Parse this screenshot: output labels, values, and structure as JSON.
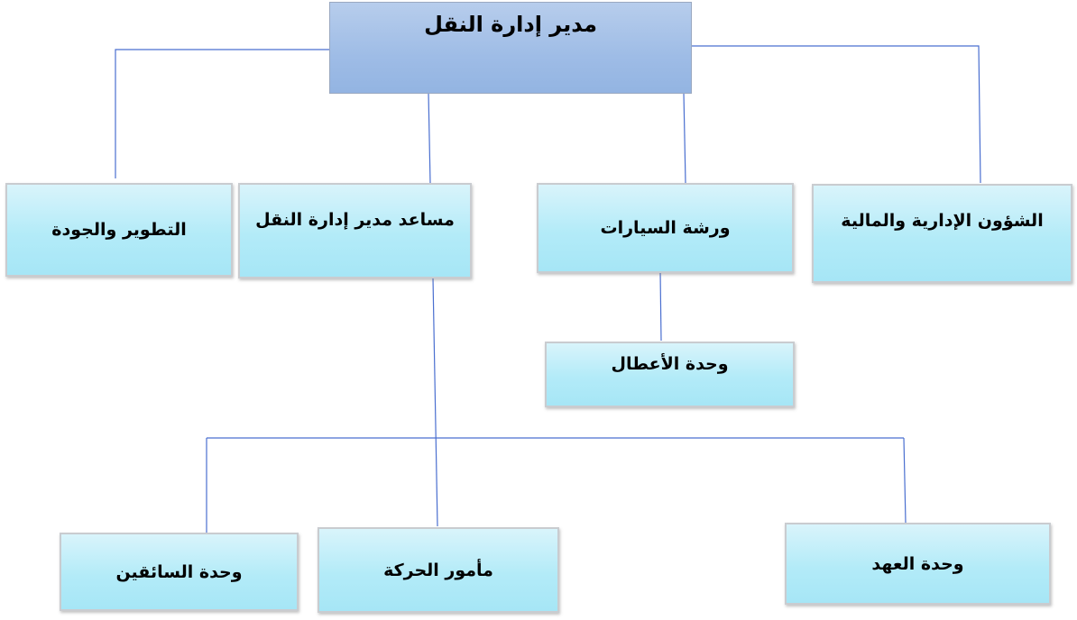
{
  "diagram": {
    "title": "مدير إدارة النقل",
    "departments": {
      "admin_finance": "الشؤون الإدارية والمالية",
      "car_workshop": "ورشة السيارات",
      "assistant_manager": "مساعد مدير إدارة النقل",
      "development_quality": "التطوير والجودة"
    },
    "units": {
      "breakdowns_unit": "وحدة الأعطال",
      "custody_unit": "وحدة العهد",
      "traffic_officer": "مأمور الحركة",
      "drivers_unit": "وحدة السائقين"
    },
    "colors": {
      "top_box": "#9ebce6",
      "unit_box": "#b3ebf8",
      "connector": "#4a6fd0"
    }
  }
}
